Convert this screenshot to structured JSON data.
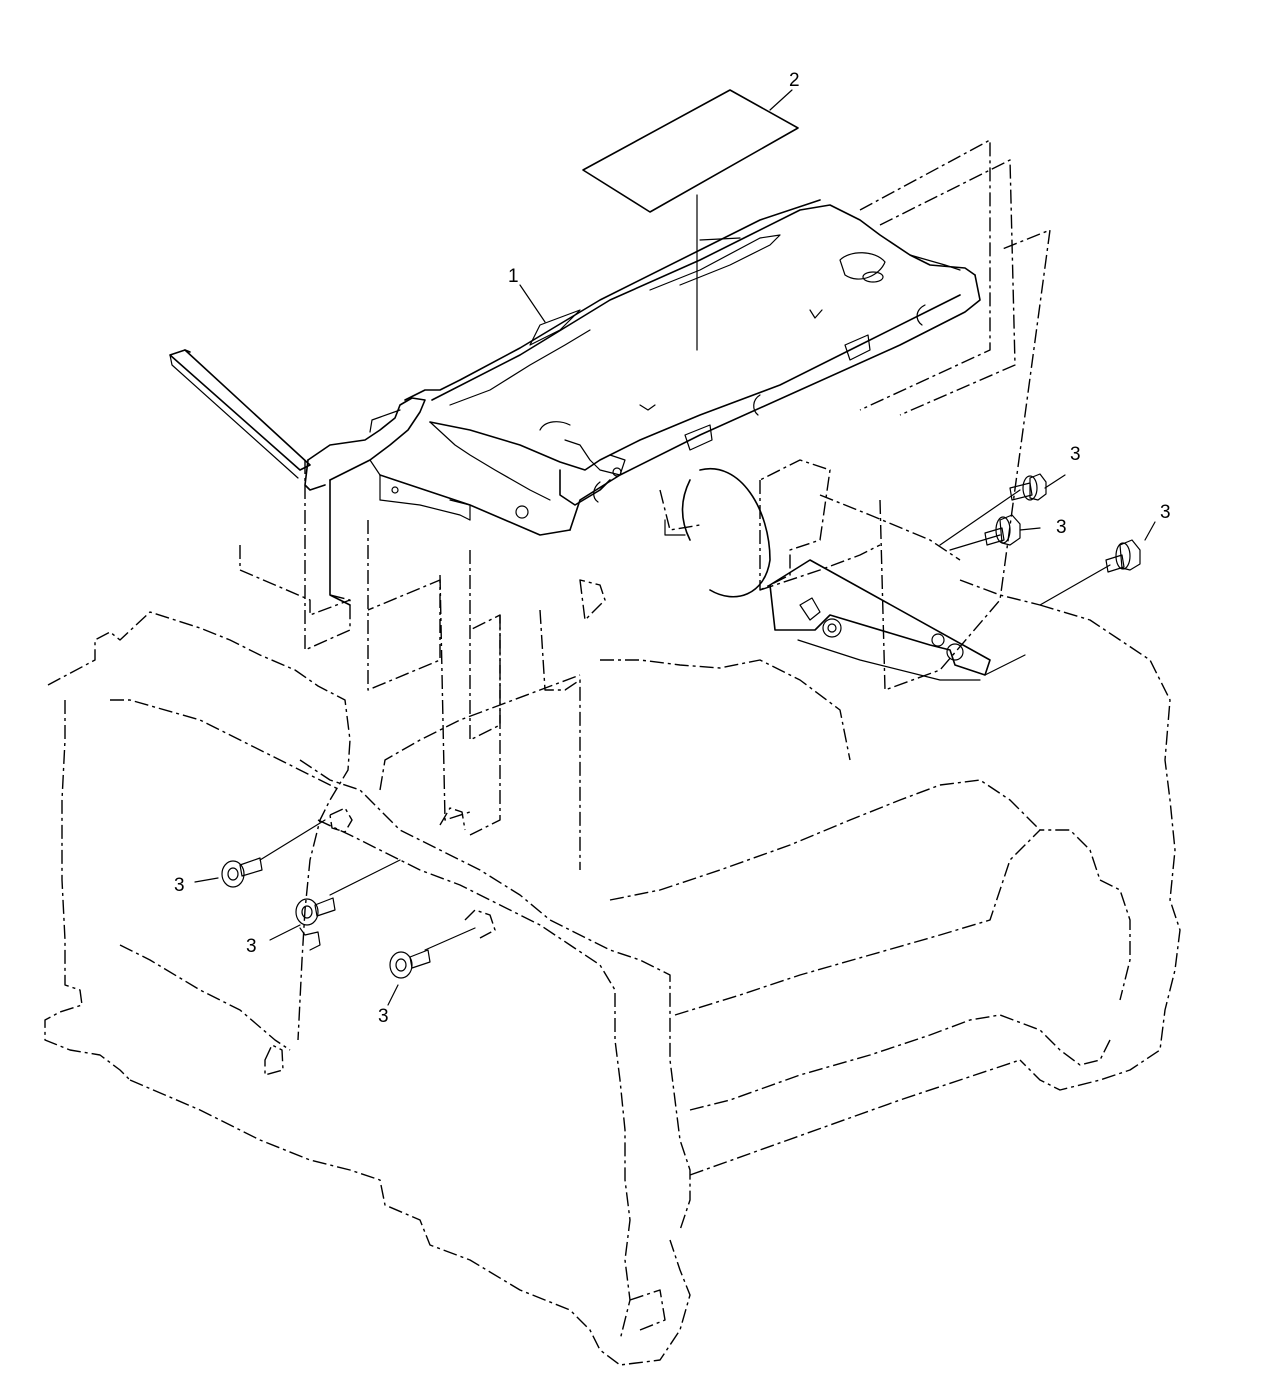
{
  "callouts": {
    "part1": "1",
    "part2": "2",
    "screw_a": "3",
    "screw_b": "3",
    "screw_c": "3",
    "screw_d": "3",
    "screw_e": "3",
    "screw_f": "3"
  }
}
